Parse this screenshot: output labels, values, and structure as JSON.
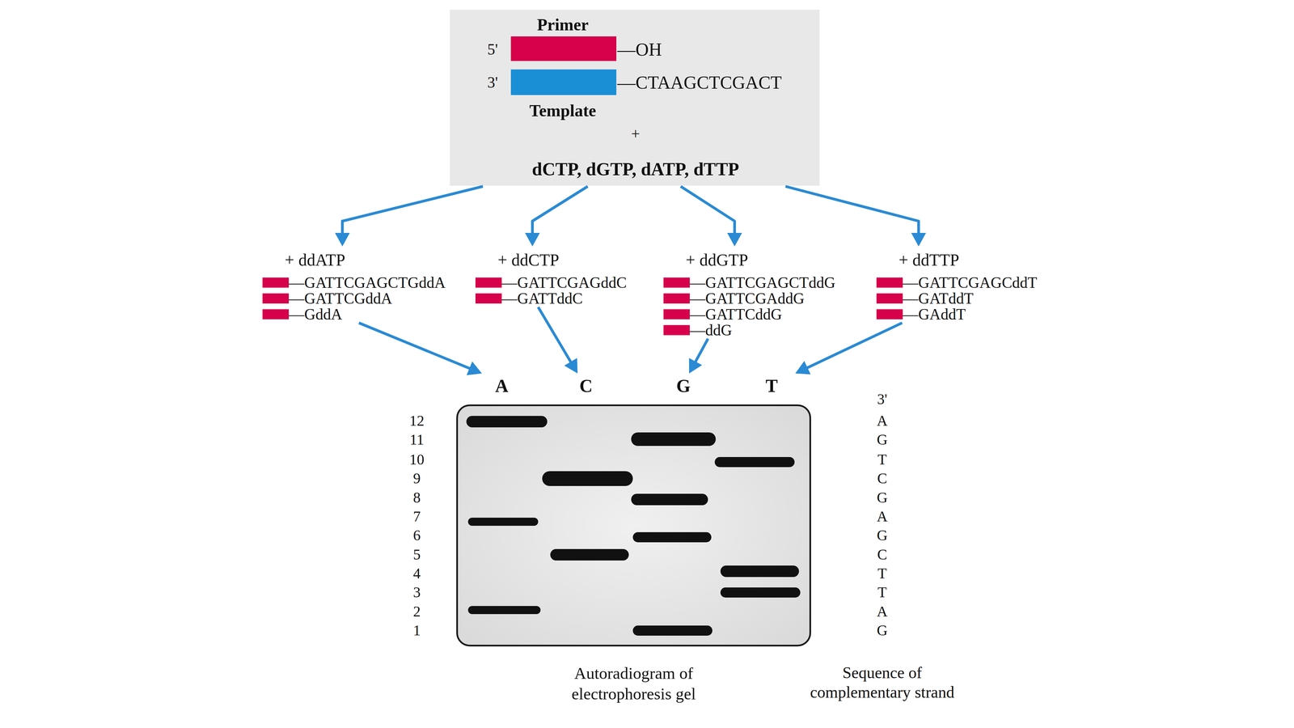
{
  "diagram": {
    "nodes": [
      {
        "text": [
          "Primer",
          "5'",
          "—OH",
          "3'",
          "—CTAAGCTCGACT",
          "Template",
          "+",
          "dCTP, dGTP, dATP, dTTP"
        ]
      },
      {
        "text": [
          "+ ddATP",
          "—GATTCGAGCTGddA",
          "—GATTCGddA",
          "—GddA"
        ]
      },
      {
        "text": [
          "+ ddCTP",
          "—GATTCGAGddC",
          "—GATTddC"
        ]
      },
      {
        "text": [
          "+ ddGTP",
          "—GATTCGAGCTddG",
          "—GATTCGAddG",
          "—GATTCddG",
          "—ddG"
        ]
      },
      {
        "text": [
          "+ ddTTP",
          "—GATTCGAGCddT",
          "—GATddT",
          "—GAddT"
        ]
      },
      {
        "text": [
          "Autoradiogram of electrophoresis gel"
        ]
      },
      {
        "text": [
          "A"
        ],
        "in": 5
      },
      {
        "text": [
          "C"
        ],
        "in": 5
      },
      {
        "text": [
          "G"
        ],
        "in": 5
      },
      {
        "text": [
          "T"
        ],
        "in": 5
      }
    ],
    "edges": [
      {
        "from": 0,
        "to": 1,
        "arrow": "to"
      },
      {
        "from": 0,
        "to": 2,
        "arrow": "to"
      },
      {
        "from": 0,
        "to": 3,
        "arrow": "to"
      },
      {
        "from": 0,
        "to": 4,
        "arrow": "to"
      },
      {
        "from": 1,
        "to": 6,
        "arrow": "to"
      },
      {
        "from": 2,
        "to": 7,
        "arrow": "to"
      },
      {
        "from": 3,
        "to": 8,
        "arrow": "to"
      },
      {
        "from": 4,
        "to": 9,
        "arrow": "to"
      }
    ],
    "labels": [
      "12",
      "11",
      "10",
      "9",
      "8",
      "7",
      "6",
      "5",
      "4",
      "3",
      "2",
      "1",
      "3'",
      "A",
      "G",
      "T",
      "C",
      "G",
      "A",
      "G",
      "C",
      "T",
      "T",
      "A",
      "G",
      "Sequence of complementary strand"
    ]
  }
}
